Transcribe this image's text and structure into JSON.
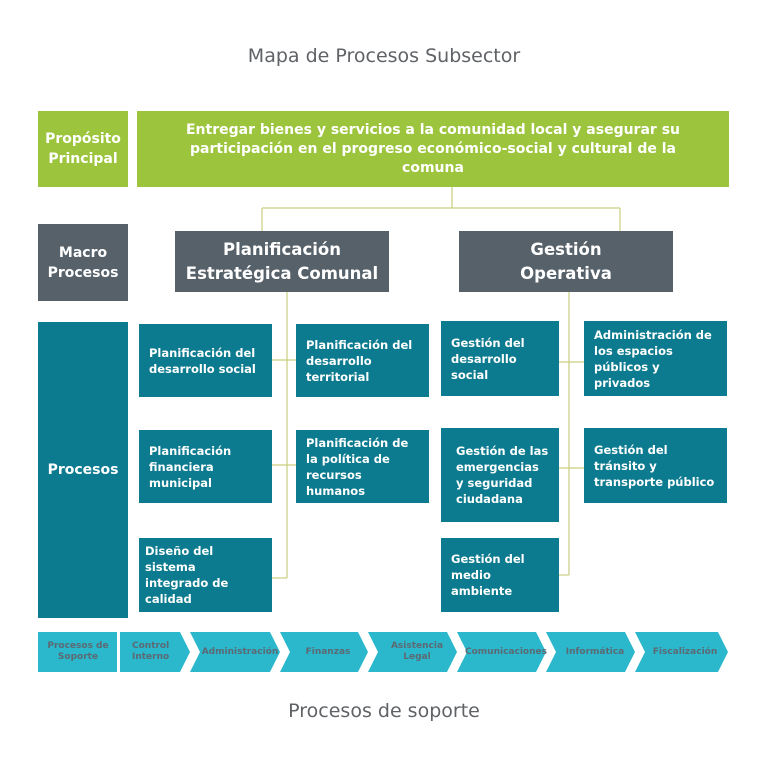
{
  "title": "Mapa de Procesos Subsector",
  "footer": "Procesos de soporte",
  "colors": {
    "green": "#9cc53d",
    "slate": "#56616a",
    "teal": "#0d7b8f",
    "cyan": "#2bb7cc",
    "line": "#c9cf7e"
  },
  "rows": {
    "purpose_label": "Propósito Principal",
    "macro_label": "Macro Procesos",
    "procesos_label": "Procesos"
  },
  "purpose": "Entregar bienes y servicios a la comunidad local y asegurar su participación en el progreso económico-social y cultural de la comuna",
  "macro": [
    {
      "label": "Planificación Estratégica Comunal"
    },
    {
      "label": "Gestión Operativa"
    }
  ],
  "procesos": {
    "planificacion": [
      "Planificación del desarrollo social",
      "Planificación del desarrollo territorial",
      "Planificación financiera municipal",
      "Planificación de la política de recursos humanos",
      "Diseño del sistema integrado de calidad"
    ],
    "gestion": [
      "Gestión del desarrollo social",
      "Administración de los espacios públicos y privados",
      "Gestión de las emergencias y seguridad ciudadana",
      "Gestión del tránsito y transporte público",
      "Gestión del medio ambiente"
    ]
  },
  "soporte": {
    "label": "Procesos de Soporte",
    "items": [
      "Control Interno",
      "Administración",
      "Finanzas",
      "Asistencia Legal",
      "Comunicaciones",
      "Informática",
      "Fiscalización"
    ]
  }
}
